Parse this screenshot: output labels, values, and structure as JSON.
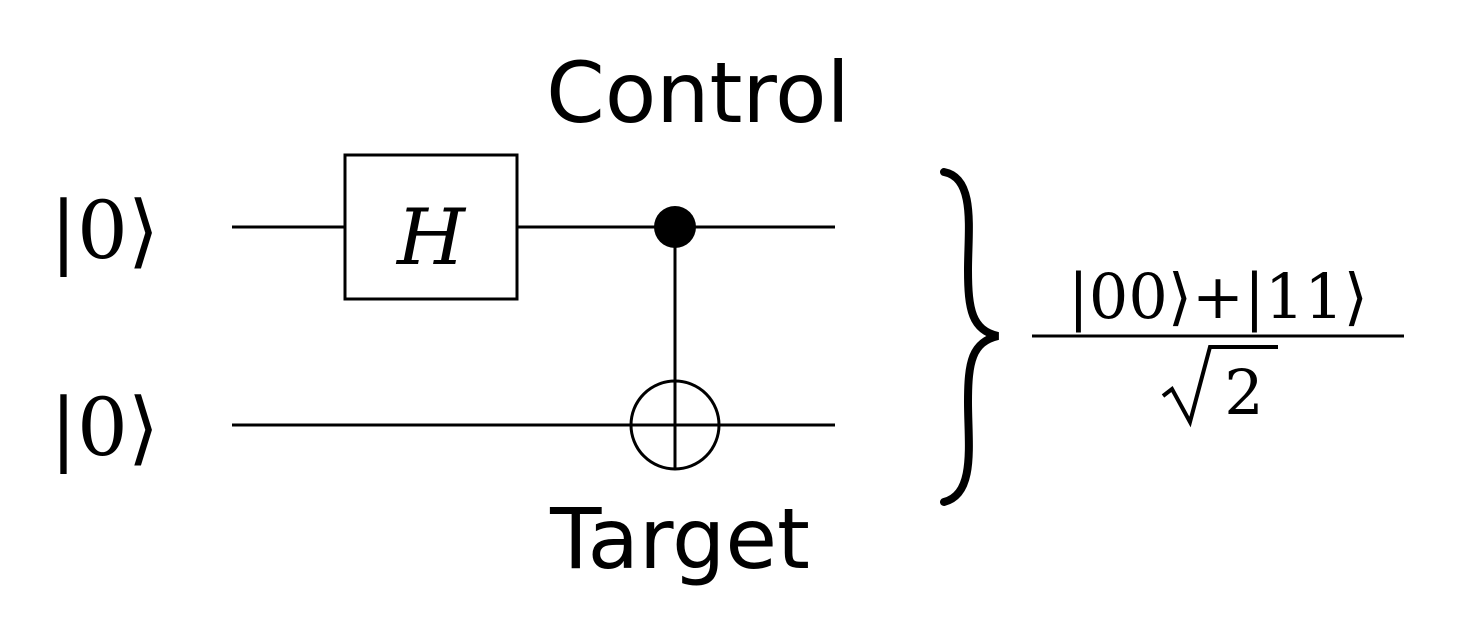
{
  "circuit": {
    "control_label": "Control",
    "target_label": "Target",
    "qubits": [
      {
        "initial_state": "|0⟩"
      },
      {
        "initial_state": "|0⟩"
      }
    ],
    "gates": {
      "hadamard": "H"
    },
    "output_state": {
      "numerator": "|00⟩+|11⟩",
      "denominator_radicand": "2"
    }
  }
}
